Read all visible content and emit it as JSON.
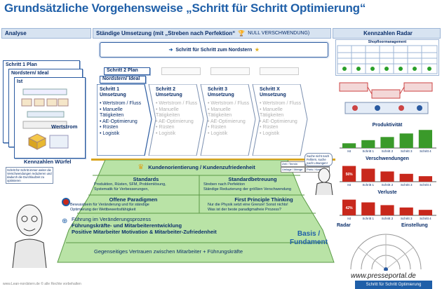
{
  "title": "Grundsätzliche Vorgehensweise „Schritt für Schritt Optimierung“",
  "headers": {
    "analyse": "Analyse",
    "umsetzung": "Ständige Umsetzung (mit „Streben nach Perfektion“",
    "null": "NULL VERSCHWENDUNG)",
    "radar": "Kennzahlen Radar"
  },
  "nordstern_banner": "Schritt für Schritt zum Nordstern",
  "plan1": "Schritt 1 Plan",
  "nordstern_ideal": "Nordstern/ Ideal",
  "ist": "Ist",
  "wertstrom": "Wertstrom",
  "wuerfel": "Kennzahlen Würfel",
  "plan2": "Schritt 2 Plan",
  "steps": [
    {
      "title": "Schritt 1 Umsetzung",
      "items": [
        "• Wertstrom / Fluss",
        "• Manuelle Tätigkeiten",
        "• AE-Optimierung",
        "• Rüsten",
        "• Logistik"
      ]
    },
    {
      "title": "Schritt 2 Umsetzung",
      "items": [
        "• Wertstrom / Fluss",
        "• Manuelle Tätigkeiten",
        "• AE-Optimierung",
        "• Rüsten",
        "• Logistik"
      ]
    },
    {
      "title": "Schritt 3 Umsetzung",
      "items": [
        "• Wertstrom / Fluss",
        "• Manuelle Tätigkeiten",
        "• AE-Optimierung",
        "• Rüsten",
        "• Logistik"
      ]
    },
    {
      "title": "Schritt X Umsetzung",
      "items": [
        "• Wertstrom / Fluss",
        "• Manuelle Tätigkeiten",
        "• AE-Optimierung",
        "• Rüsten",
        "• Logistik"
      ]
    }
  ],
  "shopfloor": "Shopfloormanagement",
  "note_left": "Schritt für Schritt immer weiter die Verschwendungen reduzieren und dadurch die Durchlaufzeit zu optimieren",
  "note_right": "Suche nicht nach Fehlern, suche nach Lösungen!",
  "pyramid": {
    "top": "Kundenorientierung / Kundenzufriedenheit",
    "qcd": [
      "Zeit / Termin",
      "100% Qualität",
      "Umlage / Menge",
      "Preis / Kosten"
    ],
    "standards_title": "Standards",
    "standards_text": [
      "Produktion, Rüsten, SFM, Problemlösung,",
      "Systematik für Verbesserungen,"
    ],
    "standardbetreuung_title": "Standardbetreuung",
    "standardbetreuung_text": [
      "Streben nach Perfektion",
      "Ständige Reduzierung der größten Verschwendung"
    ],
    "paradigmen_title": "Offene Paradigmen",
    "paradigmen_text": [
      "Bewusstsein für Veränderung und für ständige",
      "Optimierung der Wettbewerbsfähigkeit"
    ],
    "principle_title": "First Principle Thinking",
    "principle_text": [
      "Nur die Physik setzt eine Grenze! Sonst nichts!",
      "Was ist der beste paradigmafreie Prozess?"
    ],
    "fuehrung": [
      "Führung im Veränderungsprozess",
      "Führungskräfte- und Mitarbeiterentwicklung",
      "Positive Mitarbeiter Motivation & Mitarbeiter-Zufriedenheit"
    ],
    "basis": "Basis / Fundament",
    "vertrauen": "Gegenseitiges Vertrauen zwischen Mitarbeiter + Führungskräfte"
  },
  "chart_data": [
    {
      "type": "bar",
      "title": "Produktivität",
      "categories": [
        "Ist",
        "Schritt 1",
        "Schritt 2",
        "Schritt 3",
        "Schritt 4"
      ],
      "values": [
        12,
        20,
        28,
        37,
        46
      ],
      "color": "#3a9a2a"
    },
    {
      "type": "bar",
      "title": "Verschwendungen",
      "categories": [
        "Ist",
        "Schritt 1",
        "Schritt 2",
        "Schritt 3",
        "Schritt 4"
      ],
      "values": [
        40,
        33,
        26,
        20,
        14
      ],
      "value_labels": [
        "56%"
      ],
      "color": "#c8281c"
    },
    {
      "type": "bar",
      "title": "Verluste",
      "categories": [
        "Ist",
        "Schritt 1",
        "Schritt 2",
        "Schritt 3",
        "Schritt 4"
      ],
      "values": [
        40,
        33,
        26,
        20,
        14
      ],
      "value_labels": [
        "42%"
      ],
      "color": "#c8281c"
    }
  ],
  "radar_label": "Radar",
  "einstellung": "Einstellung",
  "footer_left": "www.Lean-nordstern.de © alle Rechte vorbehalten",
  "footer_right": "www.presseportal.de",
  "footer_book": "Schritt für Schritt Optimierung",
  "colors": {
    "blue": "#1f5fa8",
    "green": "#3a9a2a",
    "red": "#c8281c",
    "pyramid": "#b9e3a6"
  }
}
